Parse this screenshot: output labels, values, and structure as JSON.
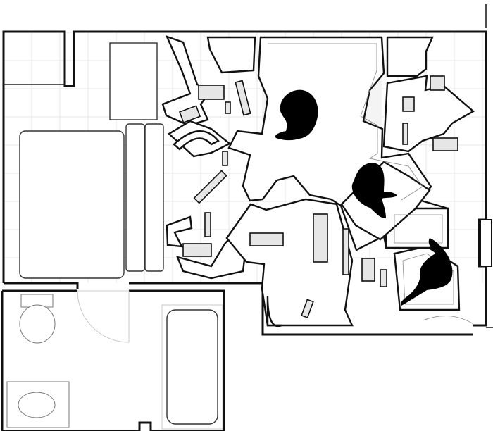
{
  "drawing": {
    "kind": "architectural-floor-plan",
    "colors": {
      "walls": "#111111",
      "fill": "#ffffff",
      "grid": "#e7e7e7",
      "furniture_shade": "#e6e6e6",
      "figures": "#000000"
    },
    "elements": [
      "outer-walls",
      "bed",
      "wardrobe",
      "bathroom",
      "bathtub",
      "toilet",
      "sink",
      "angular-partitions",
      "human-figures"
    ]
  }
}
